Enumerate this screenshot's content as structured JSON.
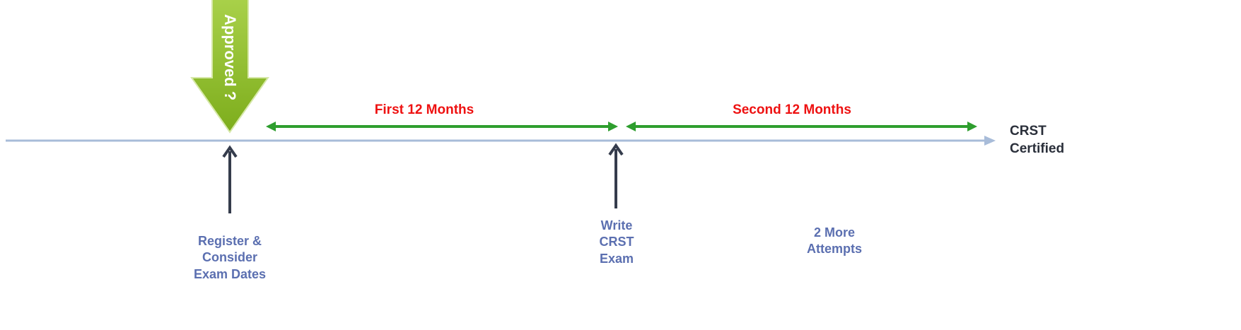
{
  "approved_arrow": {
    "label": "Approved ?",
    "fill_top": "#a9d14a",
    "fill_bottom": "#7dad1c",
    "stroke": "#d6e8a8"
  },
  "timeline": {
    "color": "#a8bcd9",
    "end_label": "CRST\nCertified"
  },
  "periods": [
    {
      "label": "First 12 Months",
      "color": "#2e9e2e"
    },
    {
      "label": "Second 12 Months",
      "color": "#2e9e2e"
    }
  ],
  "milestones": [
    {
      "label": "Register &\nConsider\nExam Dates"
    },
    {
      "label": "Write\nCRST\nExam"
    }
  ],
  "extra_note": "2 More\nAttempts",
  "colors": {
    "period_label": "#ee1111",
    "milestone_label": "#5b6fb0",
    "pointer_arrow": "#353c4c",
    "end_label": "#2a2f3a"
  }
}
